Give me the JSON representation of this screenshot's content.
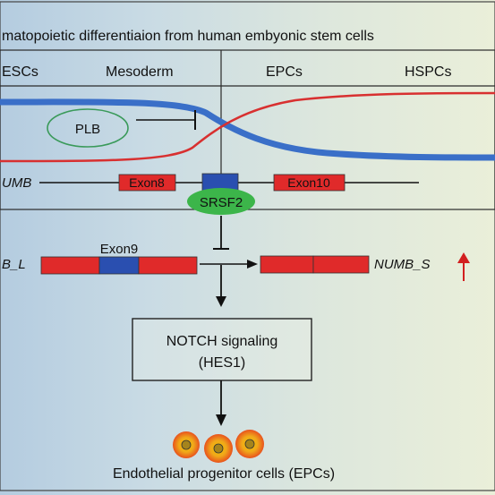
{
  "title": "matopoietic differentiaion from human embyonic stem cells",
  "stages": {
    "escs": "ESCs",
    "mesoderm": "Mesoderm",
    "epcs": "EPCs",
    "hspcs": "HSPCs"
  },
  "plb": "PLB",
  "gene": {
    "label": "UMB",
    "exon8": "Exon8",
    "exon10": "Exon10",
    "splice_factor": "SRSF2"
  },
  "isoforms": {
    "long_label": "B_L",
    "exon9": "Exon9",
    "short_label": "NUMB_S"
  },
  "notch_box": {
    "line1": "NOTCH signaling",
    "line2": "(HES1)"
  },
  "output_label": "Endothelial progenitor cells (EPCs)",
  "colors": {
    "blue_curve": "#3a6fc8",
    "red_curve": "#d83030",
    "exon_red": "#e02a2a",
    "exon_blue": "#2a4fb0",
    "srsf2_green": "#3cb54a",
    "plb_green": "#3a9a5a",
    "up_arrow": "#d21f1f"
  }
}
